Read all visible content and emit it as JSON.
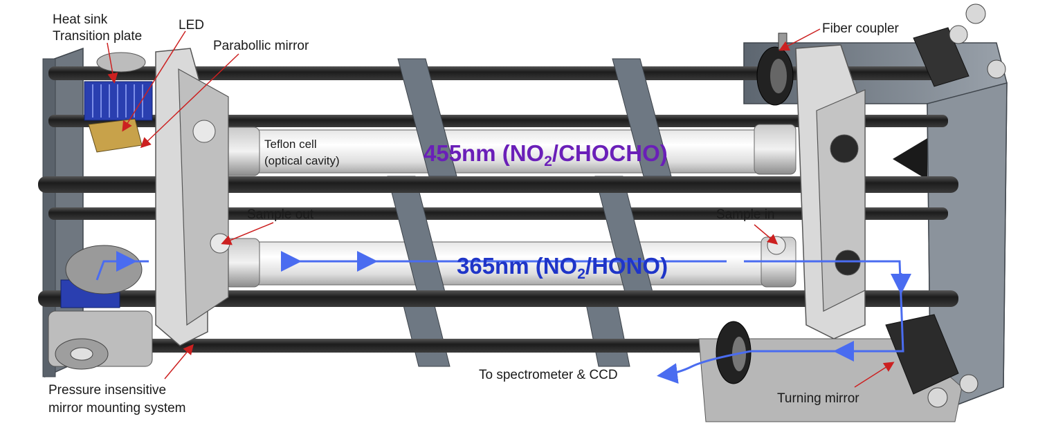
{
  "labels": {
    "heat_sink": "Heat sink",
    "transition_plate": "Transition plate",
    "led": "LED",
    "parabolic_mirror": "Parabollic mirror",
    "teflon_cell_line1": "Teflon cell",
    "teflon_cell_line2": "(optical cavity)",
    "sample_out": "Sample out",
    "sample_in": "Sample in",
    "fiber_coupler": "Fiber coupler",
    "to_spectrometer": "To spectrometer & CCD",
    "turning_mirror": "Turning mirror",
    "pressure_line1": "Pressure insensitive",
    "pressure_line2": "mirror mounting system"
  },
  "channels": {
    "upper": {
      "prefix": "455nm (NO",
      "subscript": "2",
      "suffix": "/CHOCHO)"
    },
    "lower": {
      "prefix": "365nm (NO",
      "subscript": "2",
      "suffix": "/HONO)"
    }
  },
  "colors": {
    "upper_channel_text": "#6a1fb8",
    "lower_channel_text": "#1f35c8",
    "beam_path": "#4a6cf0",
    "pointer_arrows": "#cc2020",
    "carbon_rods": "#2b2b2b",
    "end_plates": "#7f8894",
    "heat_sink": "#2a3fb0"
  }
}
